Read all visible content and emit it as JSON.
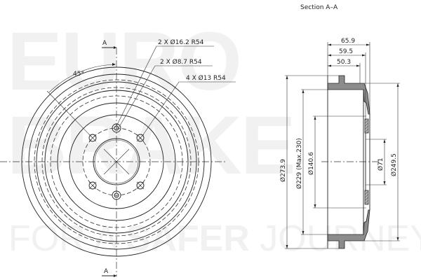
{
  "watermark": {
    "brand_line1": "EURO",
    "brand_line2": "BRAKE",
    "tagline_part1": "FOR A ",
    "tagline_bold": "SAFER",
    "tagline_part2": " JOURNEY",
    "color": "#f1f1f1"
  },
  "section_title": "Section A–A",
  "front_view": {
    "section_marker_top": "A",
    "section_marker_bottom": "A",
    "angle_label": "45°",
    "callouts": [
      {
        "label": "2 X Ø16.2 R54"
      },
      {
        "label": "2 X Ø8.7 R54"
      },
      {
        "label": "4 X Ø13 R54"
      }
    ]
  },
  "section_view": {
    "depth_dimensions": [
      {
        "label": "65.9"
      },
      {
        "label": "59.5"
      },
      {
        "label": "50.3"
      }
    ],
    "diameter_dimensions": [
      {
        "label": "Ø273.9"
      },
      {
        "label": "Ø229  (Max.230)"
      },
      {
        "label": "Ø140.6"
      },
      {
        "label": "Ø71"
      },
      {
        "label": "Ø249.5"
      }
    ]
  },
  "colors": {
    "line": "#222222",
    "hatch": "#8c8c8c",
    "background": "#ffffff"
  }
}
